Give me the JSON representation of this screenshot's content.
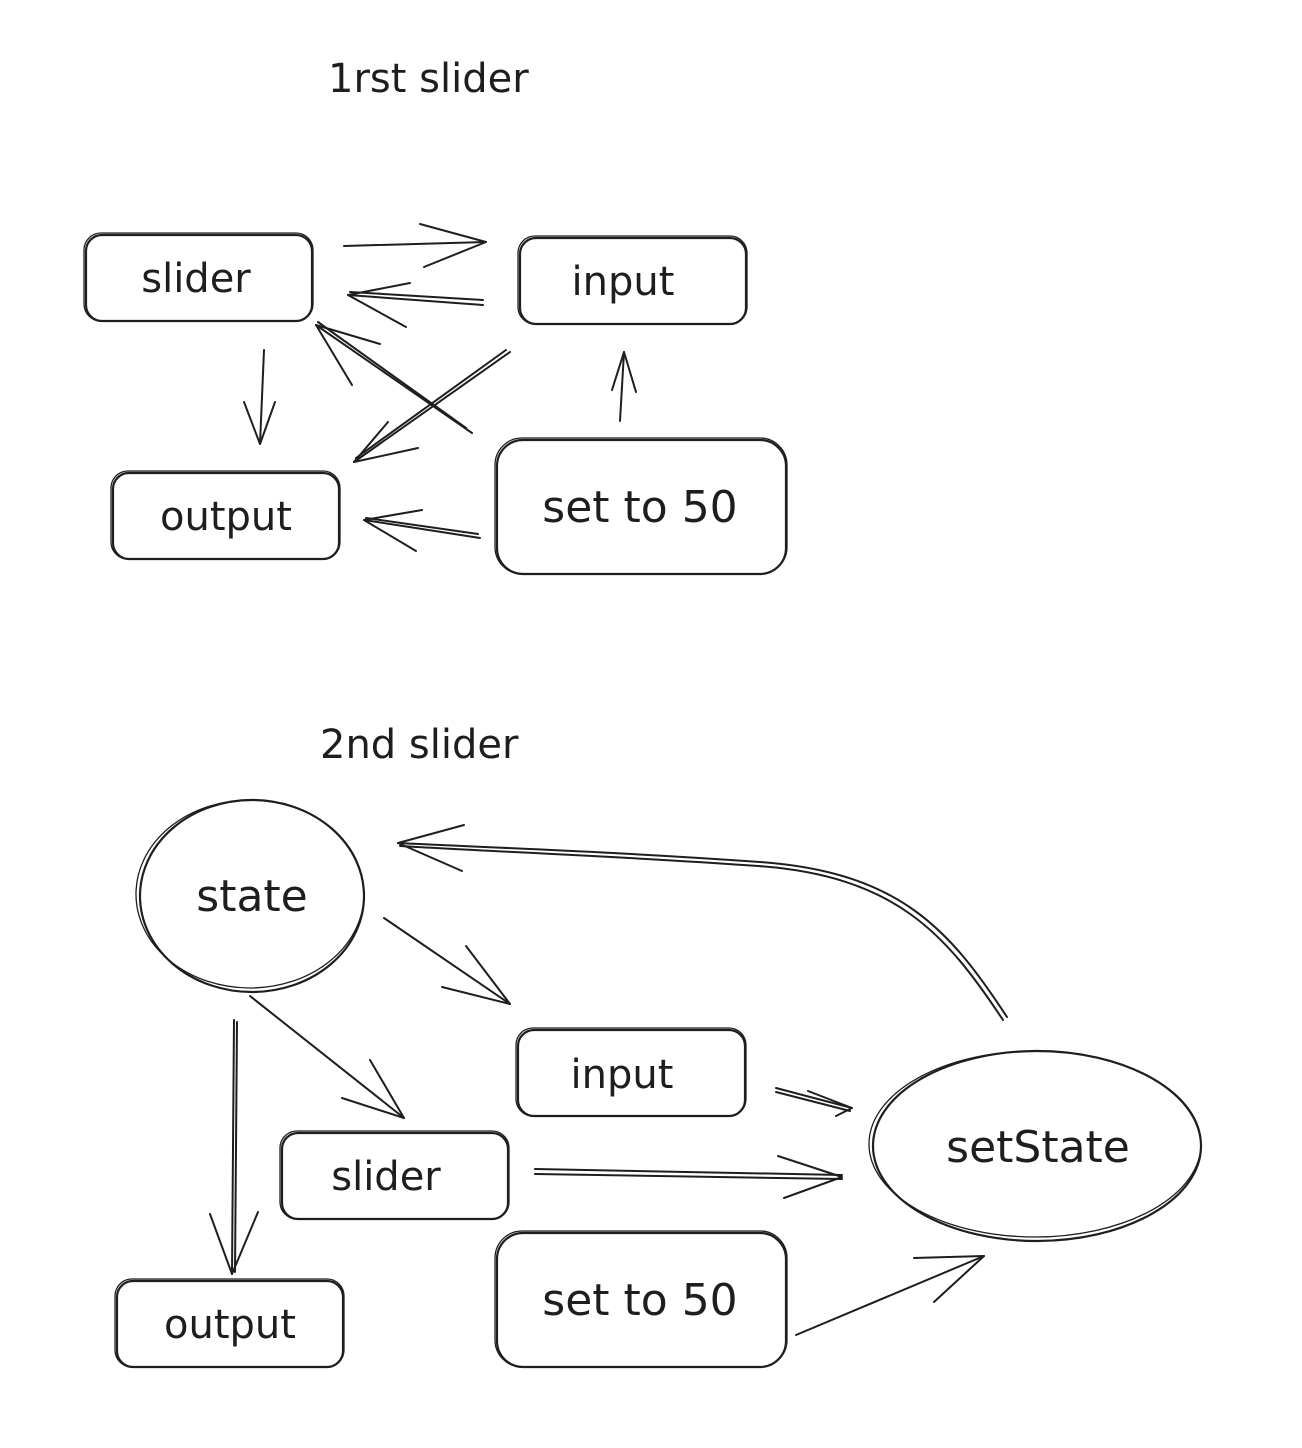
{
  "diagram": {
    "section1": {
      "title": "1rst slider",
      "nodes": {
        "slider": "slider",
        "input": "input",
        "output": "output",
        "set50": "set to 50"
      }
    },
    "section2": {
      "title": "2nd slider",
      "nodes": {
        "state": "state",
        "input": "input",
        "slider": "slider",
        "output": "output",
        "set50": "set to 50",
        "setState": "setState"
      }
    }
  }
}
